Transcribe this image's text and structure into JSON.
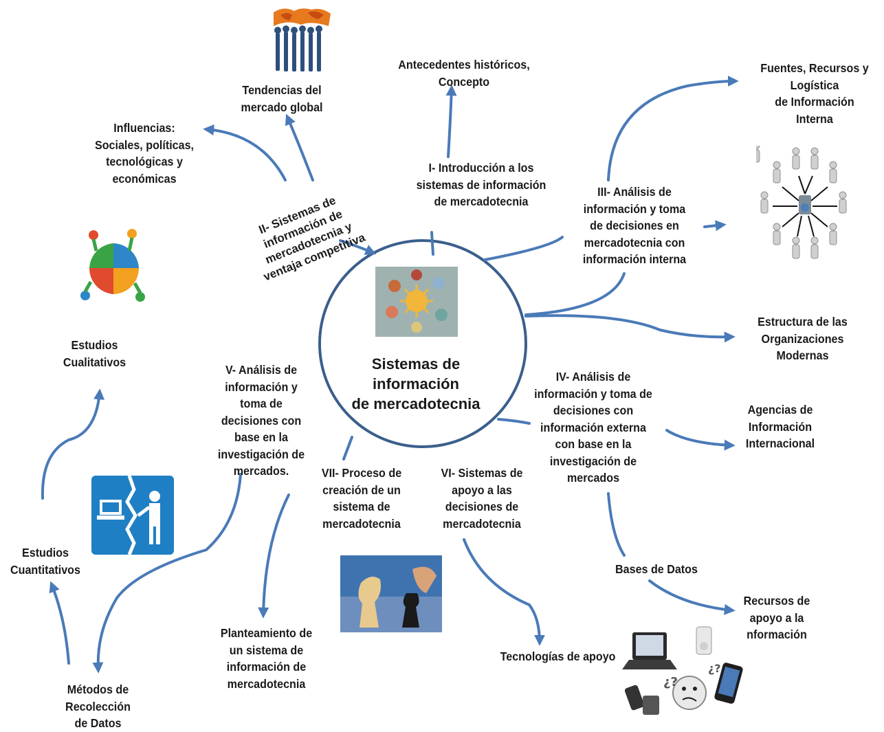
{
  "center": {
    "title": "Sistemas de\ninformación\nde mercadotecnia"
  },
  "branches": {
    "I": "I- Introducción a los\nsistemas de información\nde mercadotecnia",
    "II": "II- Sistemas de\ninformación de\nmercadotecnia y\nventaja competitiva",
    "III": "III- Análisis de\ninformación  y toma\nde decisiones en\nmercadotecnia con\ninformación interna",
    "IV": "IV- Análisis de\ninformación  y toma de\ndecisiones con\ninformación externa\ncon base en la\ninvestigación de\nmercados",
    "V": "V- Análisis de\ninformación y\ntoma de\ndecisiones con\nbase en la\ninvestigación de\nmercados.",
    "VI": "VI-  Sistemas de\napoyo a las\ndecisiones de\nmercadotecnia",
    "VII": "VII- Proceso de\ncreación de un\nsistema de\nmercadotecnia"
  },
  "leaves": {
    "antecedentes": "Antecedentes  históricos,\nConcepto",
    "tendencias": "Tendencias del\nmercado global",
    "influencias": "Influencias:\nSociales, políticas,\ntecnológicas y\neconómicas",
    "fuentes": "Fuentes, Recursos y\nLogística\nde Información\nInterna",
    "estructura": "Estructura de las\nOrganizaciones\nModernas",
    "agencias": "Agencias de\nInformación\nInternacional",
    "bases": "Bases de  Datos",
    "recursos": "Recursos de\napoyo a la\nnformación",
    "tecnologias": "Tecnologías de apoyo",
    "planteamiento": "Planteamiento de\nun sistema de\ninformación de\nmercadotecnia",
    "metodos": "Métodos de\nRecolección\nde Datos",
    "cuantitativos": "Estudios\nCuantitativos",
    "cualitativos": "Estudios\nCualitativos"
  },
  "colors": {
    "arrow": "#4a7ab8",
    "circle_stroke": "#3b5f8c"
  },
  "icons": [
    "world-people-icon",
    "puzzle-people-icon",
    "computer-person-icon",
    "chess-icon",
    "gadgets-icon",
    "network-people-icon",
    "planets-icon"
  ]
}
